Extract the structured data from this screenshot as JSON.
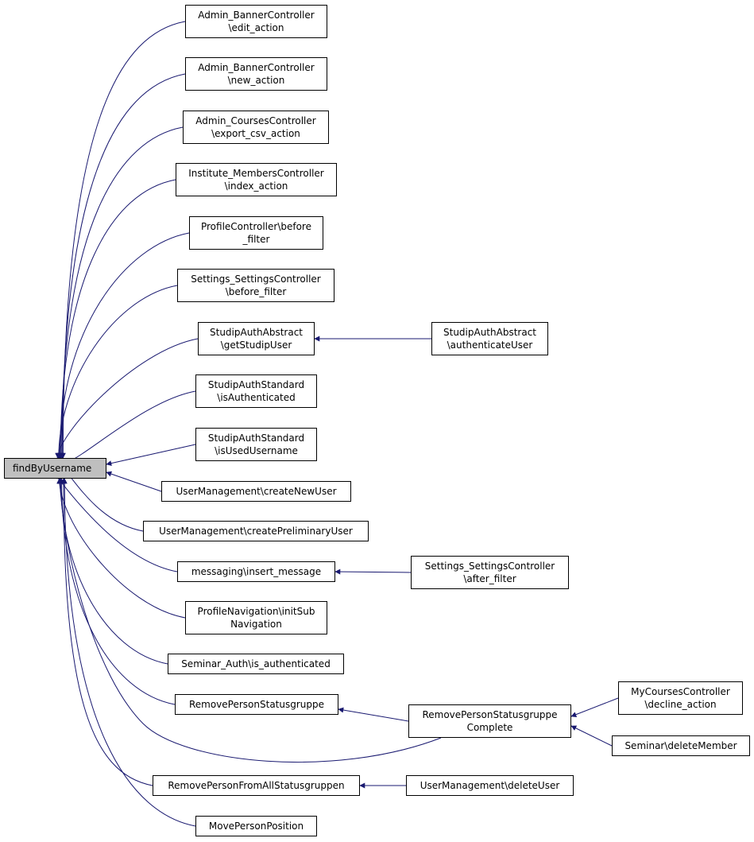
{
  "diagram": {
    "title": "findByUsername caller graph",
    "edge_color": "#191970",
    "root_fill": "#bfbfbf",
    "nodes": [
      {
        "id": "root",
        "lines": [
          "findByUsername"
        ],
        "root": true
      },
      {
        "id": "n1",
        "lines": [
          "Admin_BannerController",
          "\\edit_action"
        ]
      },
      {
        "id": "n2",
        "lines": [
          "Admin_BannerController",
          "\\new_action"
        ]
      },
      {
        "id": "n3",
        "lines": [
          "Admin_CoursesController",
          "\\export_csv_action"
        ]
      },
      {
        "id": "n4",
        "lines": [
          "Institute_MembersController",
          "\\index_action"
        ]
      },
      {
        "id": "n5",
        "lines": [
          "ProfileController\\before",
          "_filter"
        ]
      },
      {
        "id": "n6",
        "lines": [
          "Settings_SettingsController",
          "\\before_filter"
        ]
      },
      {
        "id": "n7",
        "lines": [
          "StudipAuthAbstract",
          "\\getStudipUser"
        ]
      },
      {
        "id": "n8",
        "lines": [
          "StudipAuthStandard",
          "\\isAuthenticated"
        ]
      },
      {
        "id": "n9",
        "lines": [
          "StudipAuthStandard",
          "\\isUsedUsername"
        ]
      },
      {
        "id": "n10",
        "lines": [
          "UserManagement\\createNewUser"
        ]
      },
      {
        "id": "n11",
        "lines": [
          "UserManagement\\createPreliminaryUser"
        ]
      },
      {
        "id": "n12",
        "lines": [
          "messaging\\insert_message"
        ]
      },
      {
        "id": "n13",
        "lines": [
          "ProfileNavigation\\initSub",
          "Navigation"
        ]
      },
      {
        "id": "n14",
        "lines": [
          "Seminar_Auth\\is_authenticated"
        ]
      },
      {
        "id": "n15",
        "lines": [
          "RemovePersonStatusgruppe"
        ]
      },
      {
        "id": "n16",
        "lines": [
          "RemovePersonFromAllStatusgruppen"
        ]
      },
      {
        "id": "n17",
        "lines": [
          "MovePersonPosition"
        ]
      },
      {
        "id": "n18",
        "lines": [
          "StudipAuthAbstract",
          "\\authenticateUser"
        ]
      },
      {
        "id": "n19",
        "lines": [
          "Settings_SettingsController",
          "\\after_filter"
        ]
      },
      {
        "id": "n20",
        "lines": [
          "RemovePersonStatusgruppe",
          "Complete"
        ]
      },
      {
        "id": "n21",
        "lines": [
          "UserManagement\\deleteUser"
        ]
      },
      {
        "id": "n22",
        "lines": [
          "MyCoursesController",
          "\\decline_action"
        ]
      },
      {
        "id": "n23",
        "lines": [
          "Seminar\\deleteMember"
        ]
      }
    ],
    "edges": [
      {
        "from": "n1",
        "to": "root"
      },
      {
        "from": "n2",
        "to": "root"
      },
      {
        "from": "n3",
        "to": "root"
      },
      {
        "from": "n4",
        "to": "root"
      },
      {
        "from": "n5",
        "to": "root"
      },
      {
        "from": "n6",
        "to": "root"
      },
      {
        "from": "n7",
        "to": "root"
      },
      {
        "from": "n8",
        "to": "root"
      },
      {
        "from": "n9",
        "to": "root"
      },
      {
        "from": "n10",
        "to": "root"
      },
      {
        "from": "n11",
        "to": "root"
      },
      {
        "from": "n12",
        "to": "root"
      },
      {
        "from": "n13",
        "to": "root"
      },
      {
        "from": "n14",
        "to": "root"
      },
      {
        "from": "n15",
        "to": "root"
      },
      {
        "from": "n20",
        "to": "root"
      },
      {
        "from": "n16",
        "to": "root"
      },
      {
        "from": "n17",
        "to": "root"
      },
      {
        "from": "n18",
        "to": "n7"
      },
      {
        "from": "n19",
        "to": "n12"
      },
      {
        "from": "n20",
        "to": "n15"
      },
      {
        "from": "n21",
        "to": "n16"
      },
      {
        "from": "n22",
        "to": "n20"
      },
      {
        "from": "n23",
        "to": "n20"
      }
    ]
  }
}
